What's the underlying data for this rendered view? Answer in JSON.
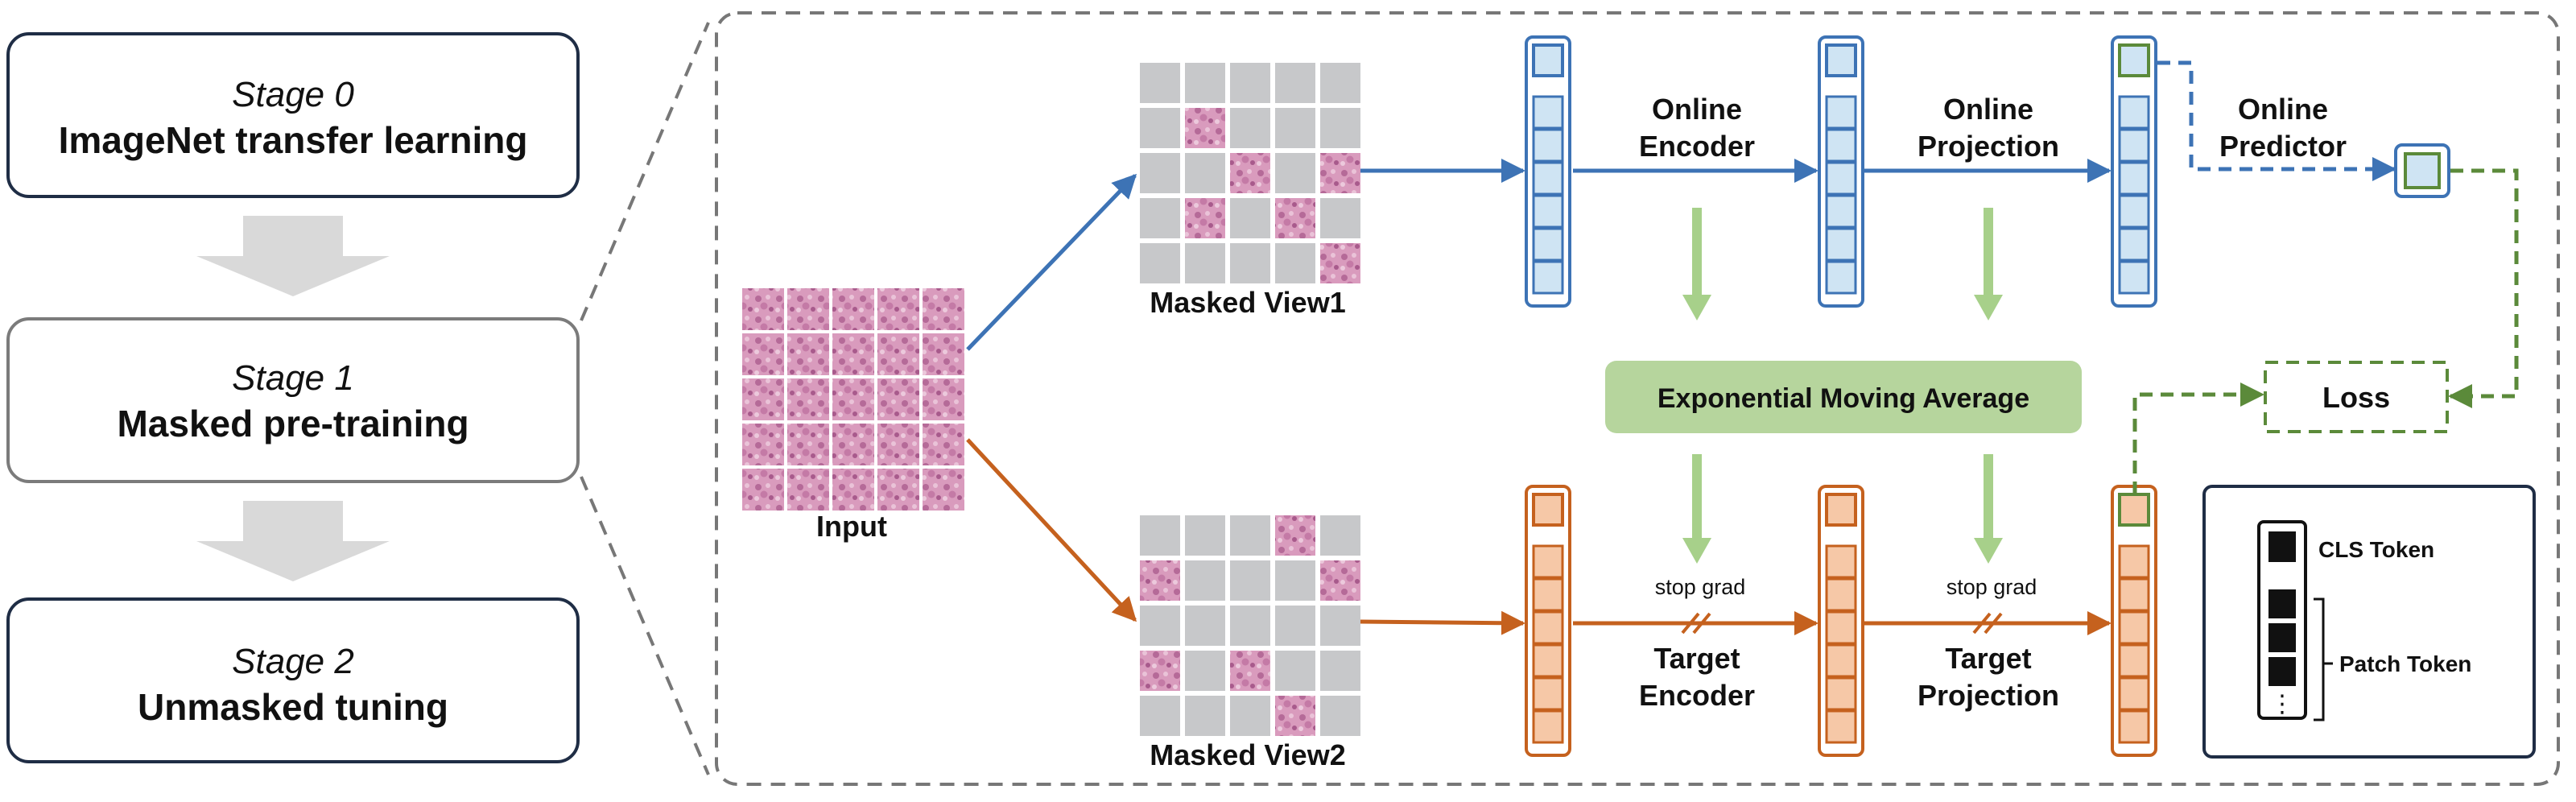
{
  "stages": [
    {
      "number": "Stage 0",
      "name": "ImageNet transfer learning"
    },
    {
      "number": "Stage 1",
      "name": "Masked pre-training"
    },
    {
      "number": "Stage 2",
      "name": "Unmasked tuning"
    }
  ],
  "labels": {
    "input": "Input",
    "masked_view1": "Masked View1",
    "masked_view2": "Masked View2",
    "online_encoder": [
      "Online",
      "Encoder"
    ],
    "online_projection": [
      "Online",
      "Projection"
    ],
    "online_predictor": [
      "Online",
      "Predictor"
    ],
    "target_encoder": [
      "Target",
      "Encoder"
    ],
    "target_projection": [
      "Target",
      "Projection"
    ],
    "ema": "Exponential Moving Average",
    "stop_grad": "stop grad",
    "loss": "Loss"
  },
  "legend": {
    "cls_token": "CLS Token",
    "patch_token": "Patch Token",
    "ellipsis": "⋮"
  },
  "colors": {
    "online_blue": "#3d73b5",
    "online_fill": "#cfe4f3",
    "target_orange": "#c5611e",
    "target_fill": "#f6c8a7",
    "green": "#5b8a3a",
    "ema_fill": "#b6d59d",
    "ema_arrow": "#a7d08a",
    "stage_border_dark": "#1f2d45",
    "stage_border_mid": "#7b7b7b",
    "stage_arrow": "#d9d9d9",
    "mask_gray": "#c7c8ca",
    "tissue_pink": "#d99bbd"
  },
  "grids": {
    "masked_view1": [
      [
        0,
        0,
        0,
        0,
        0
      ],
      [
        0,
        1,
        0,
        0,
        0
      ],
      [
        0,
        0,
        1,
        0,
        1
      ],
      [
        0,
        1,
        0,
        1,
        0
      ],
      [
        0,
        0,
        0,
        0,
        1
      ]
    ],
    "masked_view2": [
      [
        0,
        0,
        0,
        1,
        0
      ],
      [
        1,
        0,
        0,
        0,
        1
      ],
      [
        0,
        0,
        0,
        0,
        0
      ],
      [
        1,
        0,
        1,
        0,
        0
      ],
      [
        0,
        0,
        0,
        1,
        0
      ]
    ]
  }
}
